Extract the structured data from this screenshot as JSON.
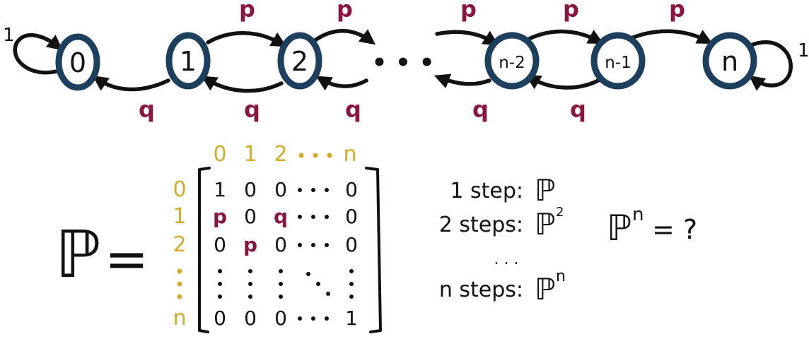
{
  "colors": {
    "node_border": "#1d3f5e",
    "probability_label": "#8a1540",
    "index_label": "#d4ad2c",
    "ink": "#111111"
  },
  "chain": {
    "states": [
      "0",
      "1",
      "2",
      "n-2",
      "n-1",
      "n"
    ],
    "ellipsis": "• • •",
    "self_loop_label": "1",
    "forward_label": "p",
    "backward_label": "q"
  },
  "matrix": {
    "symbol": "ℙ",
    "equals": "=",
    "column_headers": [
      "0",
      "1",
      "2",
      "n"
    ],
    "row_headers": [
      "0",
      "1",
      "2",
      "n"
    ],
    "rows": [
      [
        "1",
        "0",
        "0",
        "0"
      ],
      [
        "p",
        "0",
        "q",
        "0"
      ],
      [
        "0",
        "p",
        "0",
        "0"
      ],
      [
        "0",
        "0",
        "0",
        "1"
      ]
    ]
  },
  "steps": {
    "one_label": "1 step:",
    "one_value": "ℙ",
    "two_label": "2 steps:",
    "two_value": "ℙ",
    "two_exp": "2",
    "dots": ". . .",
    "n_label": "n steps:",
    "n_value": "ℙ",
    "n_exp": "n"
  },
  "question": {
    "base": "ℙ",
    "exp": "n",
    "rest": "= ?"
  }
}
